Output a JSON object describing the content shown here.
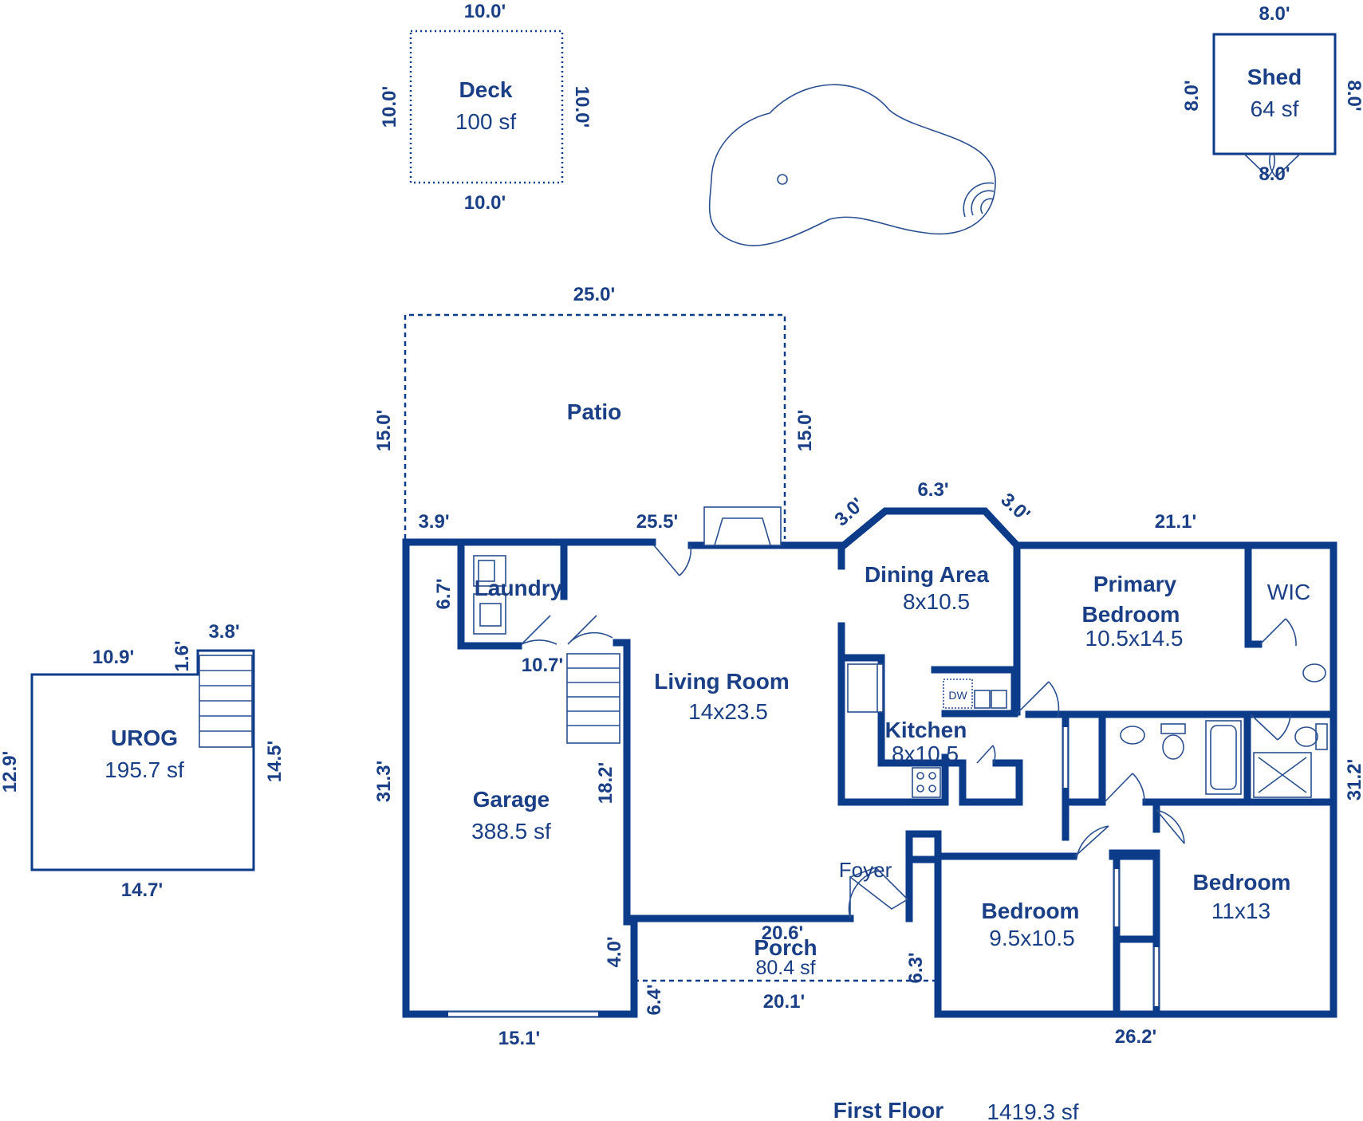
{
  "rooms": {
    "deck": {
      "name": "Deck",
      "area": "100 sf"
    },
    "shed": {
      "name": "Shed",
      "area": "64 sf"
    },
    "patio": {
      "name": "Patio"
    },
    "urog": {
      "name": "UROG",
      "area": "195.7 sf"
    },
    "laundry": {
      "name": "Laundry"
    },
    "garage": {
      "name": "Garage",
      "area": "388.5 sf"
    },
    "living": {
      "name": "Living Room",
      "size": "14x23.5"
    },
    "dining": {
      "name": "Dining Area",
      "size": "8x10.5"
    },
    "kitchen": {
      "name": "Kitchen",
      "size": "8x10.5"
    },
    "primary": {
      "name1": "Primary",
      "name2": "Bedroom",
      "size": "10.5x14.5"
    },
    "wic": {
      "name": "WIC"
    },
    "foyer": {
      "name": "Foyer"
    },
    "porch": {
      "name": "Porch",
      "area": "80.4 sf"
    },
    "bedroom1": {
      "name": "Bedroom",
      "size": "9.5x10.5"
    },
    "bedroom2": {
      "name": "Bedroom",
      "size": "11x13"
    }
  },
  "appliance": {
    "dw": "DW"
  },
  "dims": {
    "deck_top": "10.0'",
    "deck_bottom": "10.0'",
    "deck_left": "10.0'",
    "deck_right": "10.0'",
    "shed_top": "8.0'",
    "shed_bottom": "8.0'",
    "shed_left": "8.0'",
    "shed_right": "8.0'",
    "patio_top": "25.0'",
    "patio_left": "15.0'",
    "patio_right": "15.0'",
    "d3_9": "3.9'",
    "d25_5": "25.5'",
    "d3_0a": "3.0'",
    "d6_3top": "6.3'",
    "d3_0b": "3.0'",
    "d21_1": "21.1'",
    "d6_7": "6.7'",
    "d10_7": "10.7'",
    "d31_3": "31.3'",
    "d18_2": "18.2'",
    "d4_0": "4.0'",
    "d15_1": "15.1'",
    "d6_4": "6.4'",
    "d20_6": "20.6'",
    "d20_1": "20.1'",
    "d6_3porch": "6.3'",
    "d26_2": "26.2'",
    "d31_2": "31.2'",
    "urog_top": "10.9'",
    "urog_1_6": "1.6'",
    "urog_3_8": "3.8'",
    "urog_left": "12.9'",
    "urog_right": "14.5'",
    "urog_bottom": "14.7'"
  },
  "summary": {
    "label": "First Floor",
    "area": "1419.3 sf"
  }
}
